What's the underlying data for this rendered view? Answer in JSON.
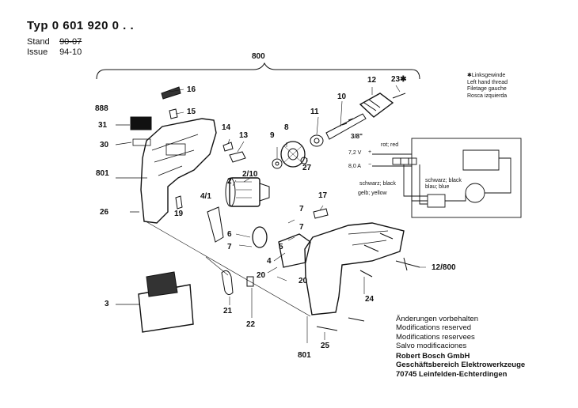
{
  "header": {
    "typ_label": "Typ",
    "typ_number": "0 601 920 0 . .",
    "stand_label": "Stand",
    "stand_value": "90-07",
    "issue_label": "Issue",
    "issue_value": "94-10"
  },
  "legend": {
    "symbol": "✱",
    "lines": [
      "Linksgewinde",
      "Left hand thread",
      "Filetage gauche",
      "Rosca izquierda"
    ]
  },
  "part_labels": {
    "p800": "800",
    "p888": "888",
    "p31": "31",
    "p30": "30",
    "p801a": "801",
    "p801b": "801",
    "p26": "26",
    "p16": "16",
    "p15": "15",
    "p14": "14",
    "p13": "13",
    "p2": "2",
    "p2_10": "2/10",
    "p4_1": "4/1",
    "p19": "19",
    "p9": "9",
    "p8": "8",
    "p27": "27",
    "p11": "11",
    "p10": "10",
    "p12": "12",
    "p23": "23✱",
    "p3_8": "3/8\"",
    "p17": "17",
    "p7a": "7",
    "p7b": "7",
    "p7c": "7",
    "p6": "6",
    "p5": "5",
    "p4": "4",
    "p20a": "20",
    "p20b": "20",
    "p12_800": "12/800",
    "p24": "24",
    "p3": "3",
    "p21": "21",
    "p22": "22",
    "p25": "25"
  },
  "wiring": {
    "red": "rot; red",
    "voltage": "7,2 V",
    "current": "8,0 A",
    "plus": "+",
    "minus": "−",
    "black": "schwarz; black",
    "black2": "schwarz; black",
    "blue": "blau; blue",
    "yellow": "gelb; yellow"
  },
  "notes": {
    "lines": [
      "Änderungen vorbehalten",
      "Modifications reserved",
      "Modifications reservees",
      "Salvo modificaciones"
    ],
    "company": [
      "Robert Bosch GmbH",
      "Geschäftsbereich Elektrowerkzeuge",
      "70745 Leinfelden-Echterdingen"
    ]
  }
}
